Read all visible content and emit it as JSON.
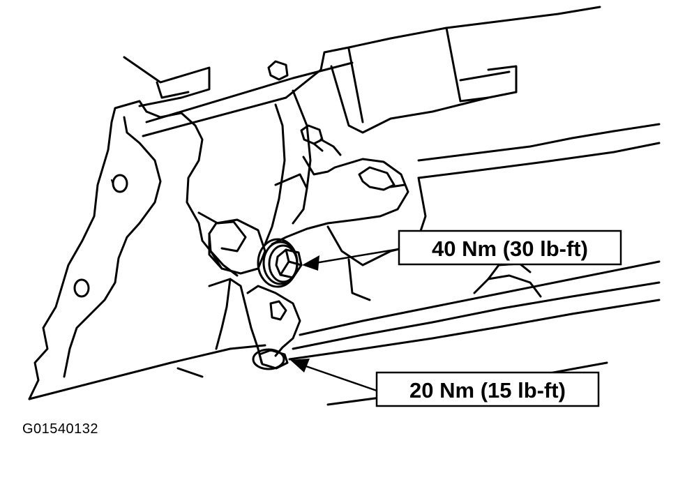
{
  "callouts": [
    {
      "text": "40 Nm (30 lb-ft)"
    },
    {
      "text": "20 Nm (15 lb-ft)"
    }
  ],
  "figure_id": "G01540132"
}
